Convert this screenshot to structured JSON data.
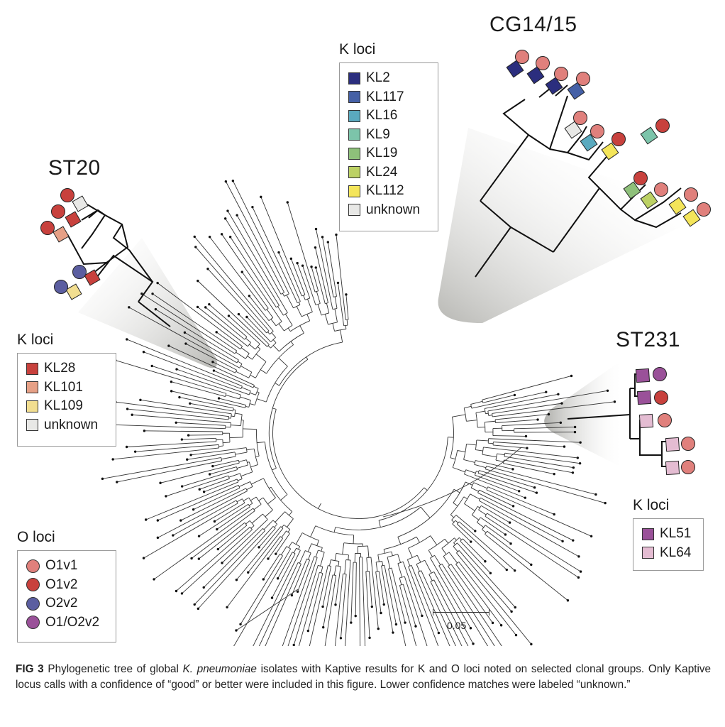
{
  "figure": {
    "label": "FIG 3",
    "caption_part1": " Phylogenetic tree of global ",
    "caption_species": "K. pneumoniae",
    "caption_part2": " isolates with Kaptive results for K and O loci noted on selected clonal groups. Only Kaptive locus calls with a confidence of “good” or better were included in this figure. Lower confidence matches were labeled “unknown.”",
    "scale_bar_label": "0.05"
  },
  "clades": {
    "st20": {
      "title": "ST20"
    },
    "cg1415": {
      "title": "CG14/15"
    },
    "st231": {
      "title": "ST231"
    }
  },
  "legends": {
    "k_loci_cg1415": {
      "title": "K loci",
      "items": [
        {
          "label": "KL2",
          "color": "#2b2e7e"
        },
        {
          "label": "KL117",
          "color": "#4560a6"
        },
        {
          "label": "KL16",
          "color": "#5aaabf"
        },
        {
          "label": "KL9",
          "color": "#7cc4aa"
        },
        {
          "label": "KL19",
          "color": "#8ec07a"
        },
        {
          "label": "KL24",
          "color": "#bcd164"
        },
        {
          "label": "KL112",
          "color": "#f4e55a"
        },
        {
          "label": "unknown",
          "color": "#e8e8e6"
        }
      ]
    },
    "k_loci_st20": {
      "title": "K loci",
      "items": [
        {
          "label": "KL28",
          "color": "#c8413d"
        },
        {
          "label": "KL101",
          "color": "#e6a086"
        },
        {
          "label": "KL109",
          "color": "#f2de90"
        },
        {
          "label": "unknown",
          "color": "#e8e8e6"
        }
      ]
    },
    "k_loci_st231": {
      "title": "K loci",
      "items": [
        {
          "label": "KL51",
          "color": "#9a5199"
        },
        {
          "label": "KL64",
          "color": "#e4bcd2"
        }
      ]
    },
    "o_loci": {
      "title": "O loci",
      "items": [
        {
          "label": "O1v1",
          "color": "#e0807c"
        },
        {
          "label": "O1v2",
          "color": "#c8413d"
        },
        {
          "label": "O2v2",
          "color": "#5b5ea0"
        },
        {
          "label": "O1/O2v2",
          "color": "#9a5199"
        }
      ]
    }
  },
  "insets": {
    "st20_tips": [
      {
        "k": "unknown",
        "o": "O1v2"
      },
      {
        "k": "KL28",
        "o": "O1v2"
      },
      {
        "k": "KL101",
        "o": "O1v2"
      },
      {
        "k": "KL28",
        "o": "O2v2"
      },
      {
        "k": "KL109",
        "o": "O2v2"
      }
    ],
    "cg1415_tips": [
      {
        "k": "KL2",
        "o": "O1v1"
      },
      {
        "k": "KL2",
        "o": "O1v1"
      },
      {
        "k": "KL2",
        "o": "O1v1"
      },
      {
        "k": "KL117",
        "o": "O1v1"
      },
      {
        "k": "unknown",
        "o": "O1v1"
      },
      {
        "k": "KL16",
        "o": "O1v1"
      },
      {
        "k": "KL112",
        "o": "O1v2"
      },
      {
        "k": "KL9",
        "o": "O1v2"
      },
      {
        "k": "KL19",
        "o": "O1v2"
      },
      {
        "k": "KL24",
        "o": "O1v1"
      },
      {
        "k": "KL112",
        "o": "O1v1"
      },
      {
        "k": "KL112",
        "o": "O1v1"
      }
    ],
    "st231_tips": [
      {
        "k": "KL51",
        "o": "O1/O2v2"
      },
      {
        "k": "KL51",
        "o": "O1v2"
      },
      {
        "k": "KL64",
        "o": "O1v1"
      },
      {
        "k": "KL64",
        "o": "O1v1"
      },
      {
        "k": "KL64",
        "o": "O1v1"
      }
    ]
  }
}
